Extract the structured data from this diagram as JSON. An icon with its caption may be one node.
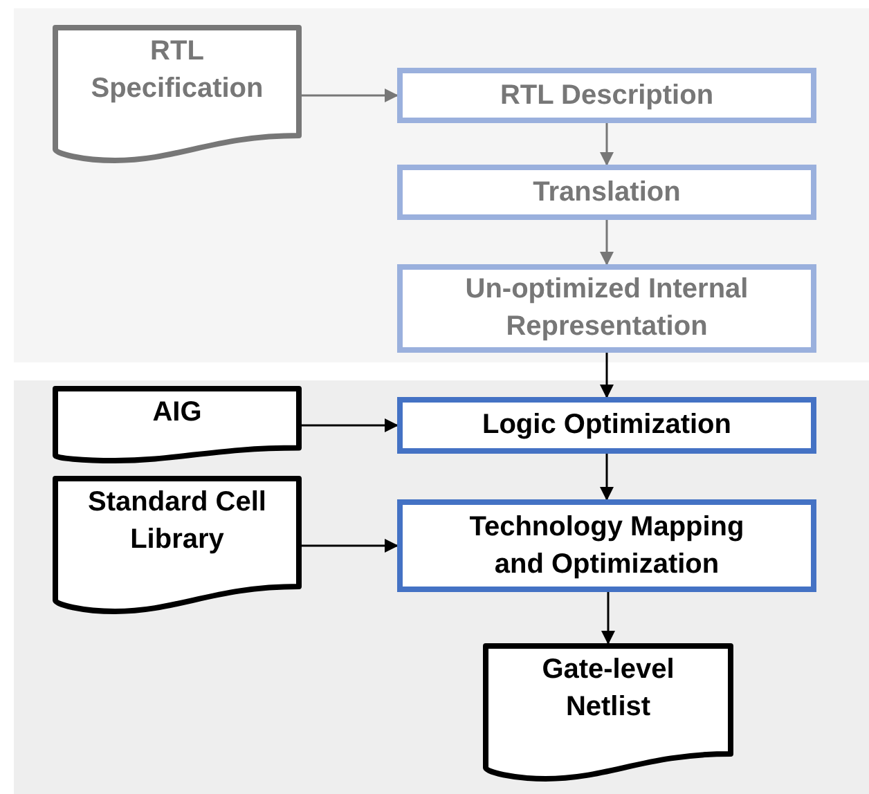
{
  "diagram": {
    "nodes": [
      {
        "text": [],
        "shape": "box"
      },
      {
        "text": [
          "RTL Specification"
        ],
        "in": 0
      },
      {
        "text": [
          "RTL Description"
        ],
        "in": 0
      },
      {
        "text": [
          "Translation"
        ],
        "in": 0
      },
      {
        "text": [
          "Un-optimized Internal Representation"
        ],
        "in": 0
      },
      {
        "text": [],
        "shape": "box"
      },
      {
        "text": [
          "AIG"
        ],
        "in": 5
      },
      {
        "text": [
          "Logic Optimization"
        ],
        "in": 5
      },
      {
        "text": [
          "Standard Cell Library"
        ],
        "in": 5
      },
      {
        "text": [
          "Technology Mapping and Optimization"
        ],
        "in": 5
      },
      {
        "text": [
          "Gate-level Netlist"
        ],
        "in": 5
      }
    ],
    "edges": [
      {
        "from": 1,
        "to": 2,
        "arrow": "to",
        "color": "#777777"
      },
      {
        "from": 2,
        "to": 3,
        "arrow": "to",
        "color": "#777777"
      },
      {
        "from": 3,
        "to": 4,
        "arrow": "to",
        "color": "#777777"
      },
      {
        "from": 4,
        "to": 7,
        "arrow": "to"
      },
      {
        "from": 6,
        "to": 7,
        "arrow": "to"
      },
      {
        "from": 8,
        "to": 9,
        "arrow": "to"
      },
      {
        "from": 7,
        "to": 9,
        "arrow": "to"
      },
      {
        "from": 9,
        "to": 10,
        "arrow": "to"
      }
    ]
  }
}
